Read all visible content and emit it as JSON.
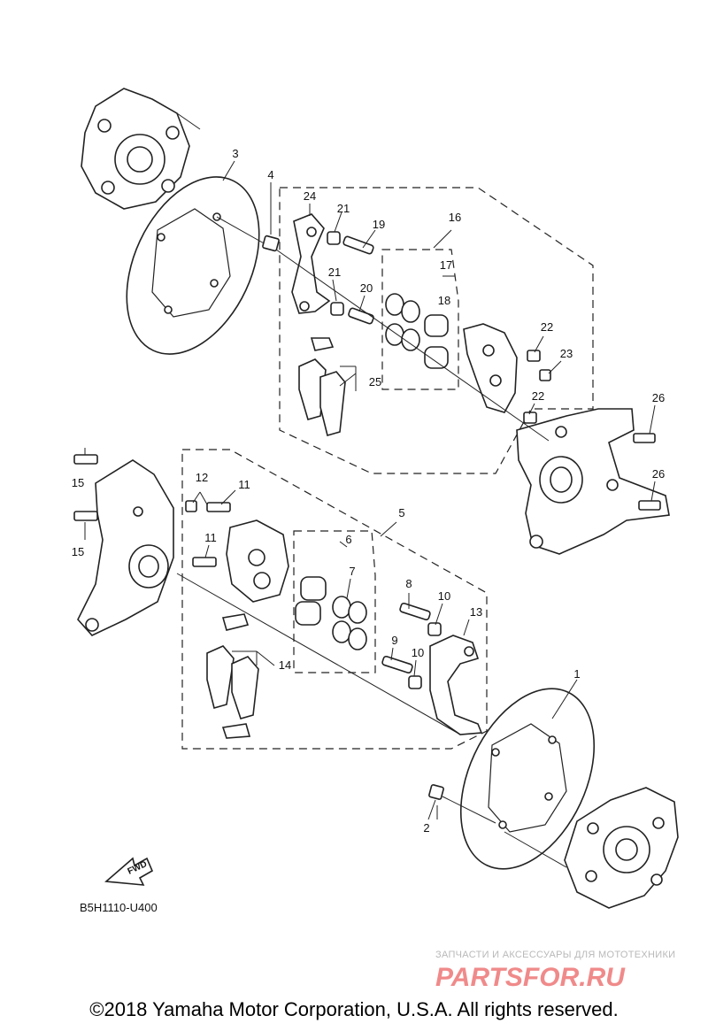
{
  "diagram": {
    "callouts": [
      "1",
      "2",
      "3",
      "4",
      "5",
      "6",
      "7",
      "8",
      "9",
      "10",
      "10",
      "11",
      "11",
      "12",
      "13",
      "14",
      "15",
      "15",
      "16",
      "17",
      "18",
      "19",
      "20",
      "21",
      "21",
      "22",
      "22",
      "23",
      "24",
      "25",
      "26",
      "26"
    ],
    "fwd_label": "FWD",
    "figure_code": "B5H1110-U400"
  },
  "watermark": {
    "tagline": "ЗАПЧАСТИ И АКСЕССУАРЫ ДЛЯ МОТОТЕХНИКИ",
    "brand": "PARTSFOR.RU"
  },
  "footer": {
    "copyright": "©2018 Yamaha Motor Corporation, U.S.A. All rights reserved."
  }
}
